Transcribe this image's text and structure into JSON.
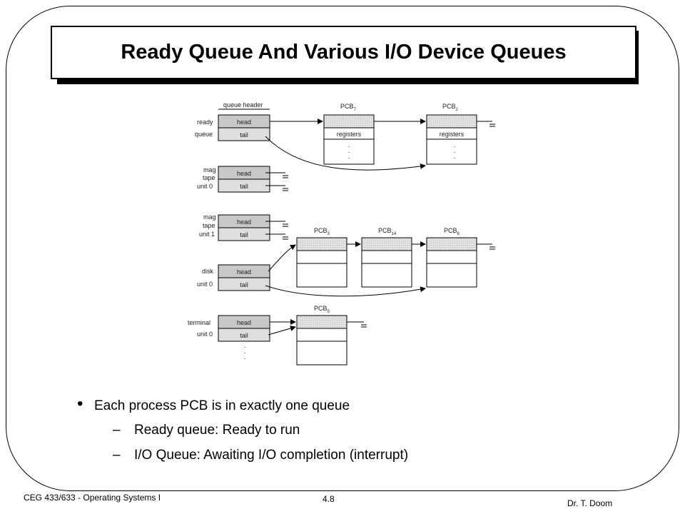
{
  "title": "Ready Queue And Various I/O Device Queues",
  "diagram": {
    "queue_header_label": "queue header",
    "head_label": "head",
    "tail_label": "tail",
    "registers_label": "registers",
    "queues": [
      {
        "name_lines": [
          "ready",
          "queue"
        ]
      },
      {
        "name_lines": [
          "mag",
          "tape",
          "unit 0"
        ]
      },
      {
        "name_lines": [
          "mag",
          "tape",
          "unit 1"
        ]
      },
      {
        "name_lines": [
          "disk",
          "unit 0"
        ]
      },
      {
        "name_lines": [
          "terminal",
          "unit 0"
        ]
      }
    ],
    "pcbs": [
      {
        "base": "PCB",
        "sub": "7"
      },
      {
        "base": "PCB",
        "sub": "2"
      },
      {
        "base": "PCB",
        "sub": "3"
      },
      {
        "base": "PCB",
        "sub": "14"
      },
      {
        "base": "PCB",
        "sub": "6"
      },
      {
        "base": "PCB",
        "sub": "5"
      }
    ]
  },
  "bullets": {
    "main": "Each process PCB is in exactly one queue",
    "sub1": "Ready queue:  Ready to run",
    "sub2": "I/O Queue: Awaiting I/O completion (interrupt)",
    "dash": "–"
  },
  "footer": {
    "course": "CEG 433/633 - Operating Systems I",
    "page": "4.8",
    "author": "Dr. T. Doom"
  }
}
